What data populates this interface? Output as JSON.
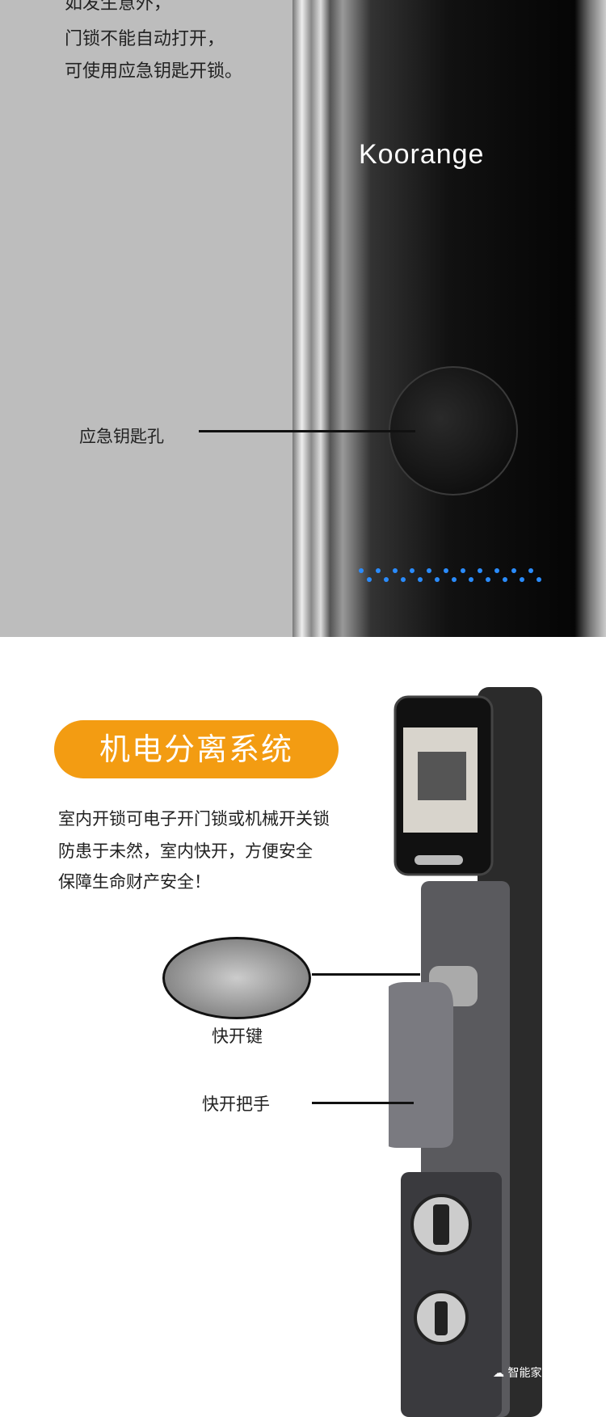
{
  "section1": {
    "lines": [
      "如发生意外，",
      "门锁不能自动打开，",
      "可使用应急钥匙开锁。"
    ],
    "brand_logo": "Koorange",
    "keyhole_label": "应急钥匙孔"
  },
  "section2": {
    "title": "机电分离系统",
    "lines": [
      "室内开锁可电子开门锁或机械开关锁",
      "防患于未然，室内快开，方便安全",
      "保障生命财产安全！"
    ],
    "quick_key_label": "快开键",
    "quick_handle_label": "快开把手"
  },
  "colors": {
    "accent": "#f39c12",
    "indicator": "#2a8cff"
  },
  "watermark": "智能家居"
}
